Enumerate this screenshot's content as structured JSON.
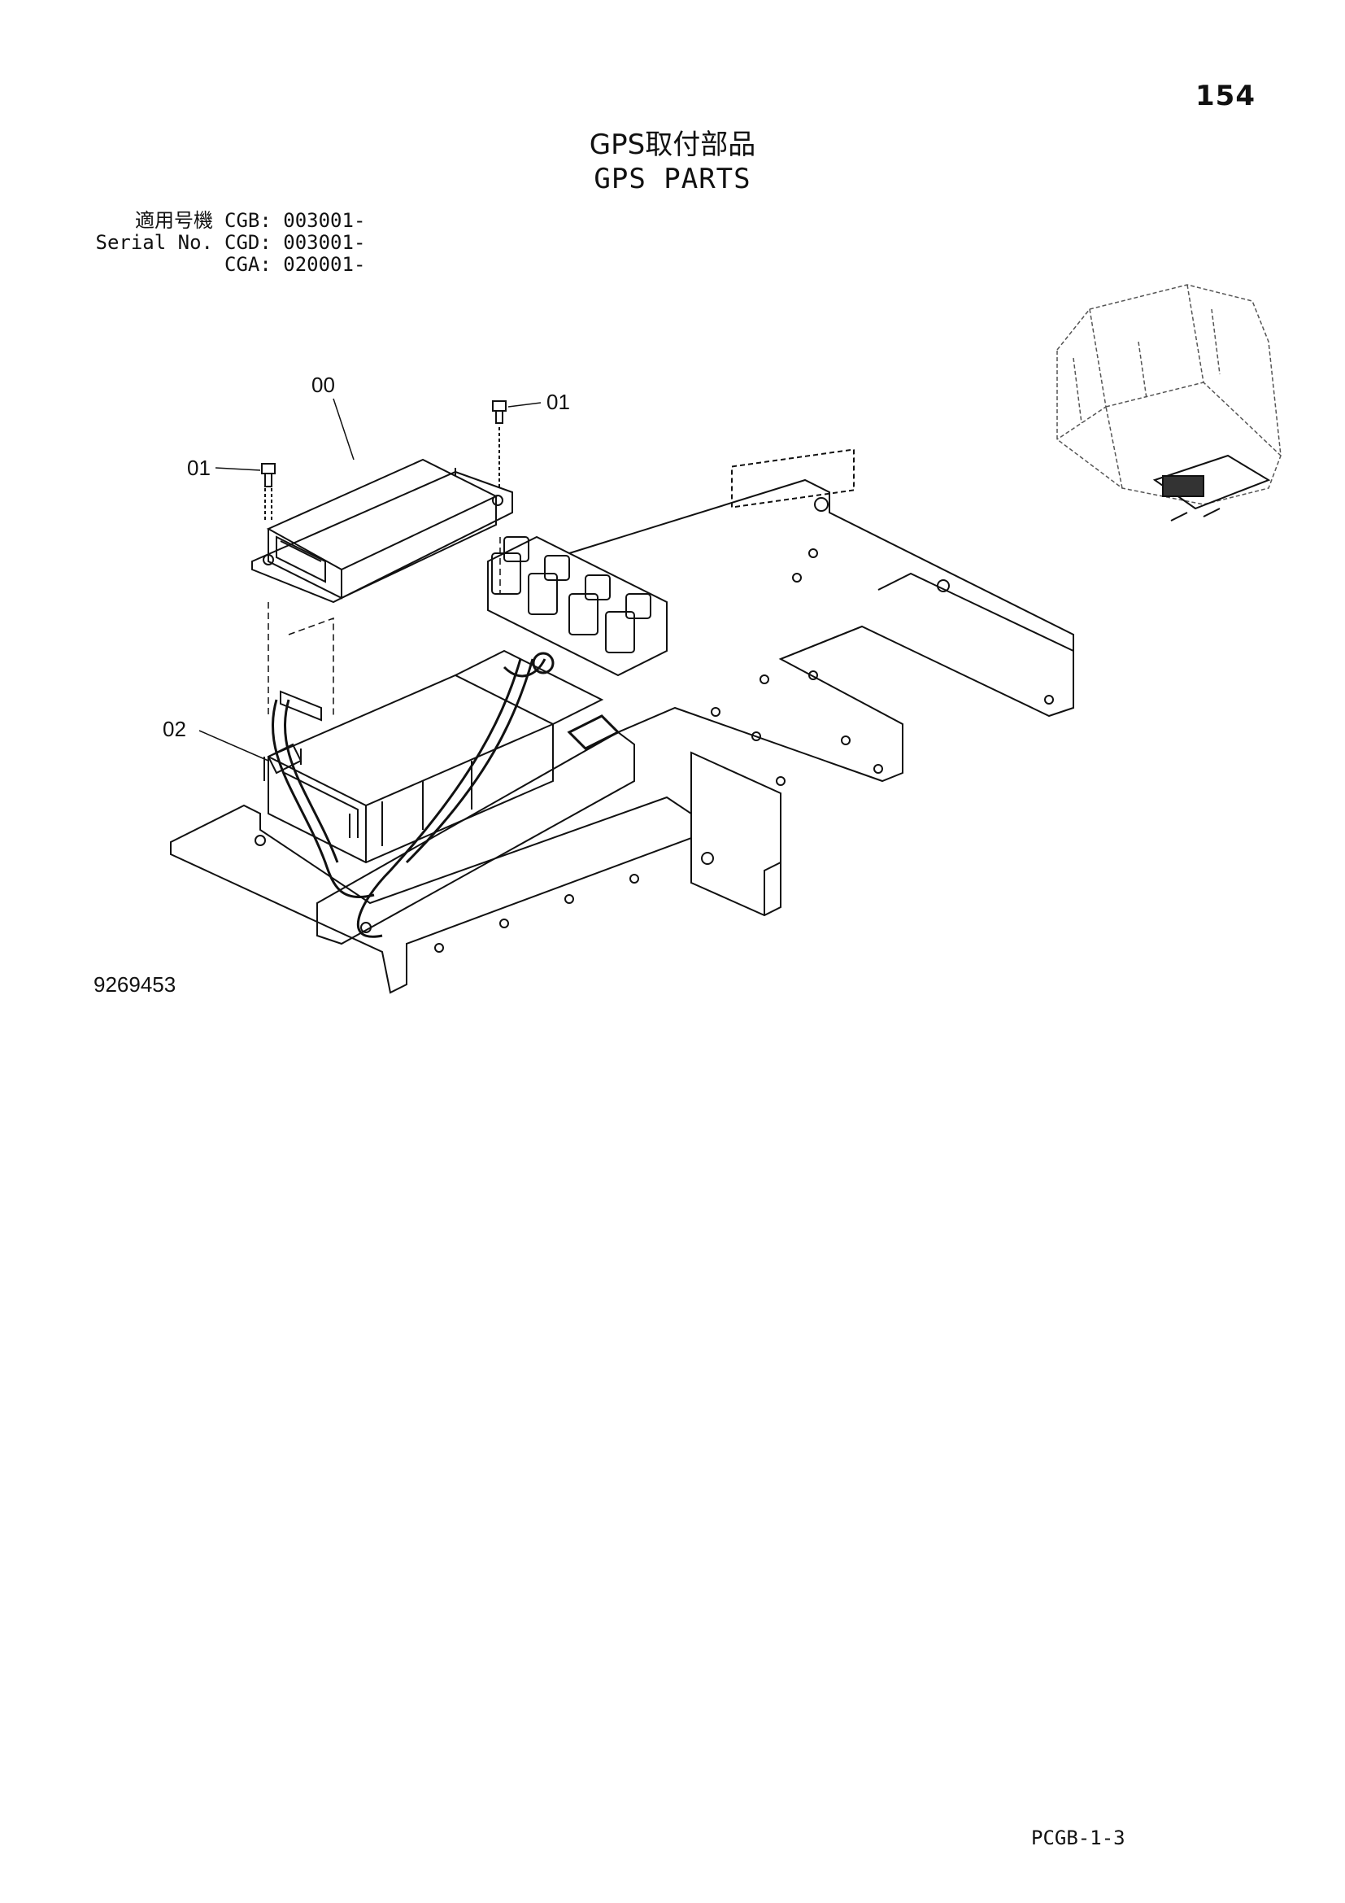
{
  "header": {
    "page_number": "154",
    "title_ja": "GPS取付部品",
    "title_en": "GPS PARTS"
  },
  "serial": {
    "label_ja": "適用号機",
    "label_en": "Serial No.",
    "rows": [
      {
        "model": "CGB: 003001-"
      },
      {
        "model": "CGD: 003001-"
      },
      {
        "model": "CGA: 020001-"
      }
    ]
  },
  "callouts": {
    "gps_unit": "00",
    "bolt_right": "01",
    "bolt_left": "01",
    "clamp": "02"
  },
  "figure_number": "9269453",
  "footer_code": "PCGB-1-3"
}
